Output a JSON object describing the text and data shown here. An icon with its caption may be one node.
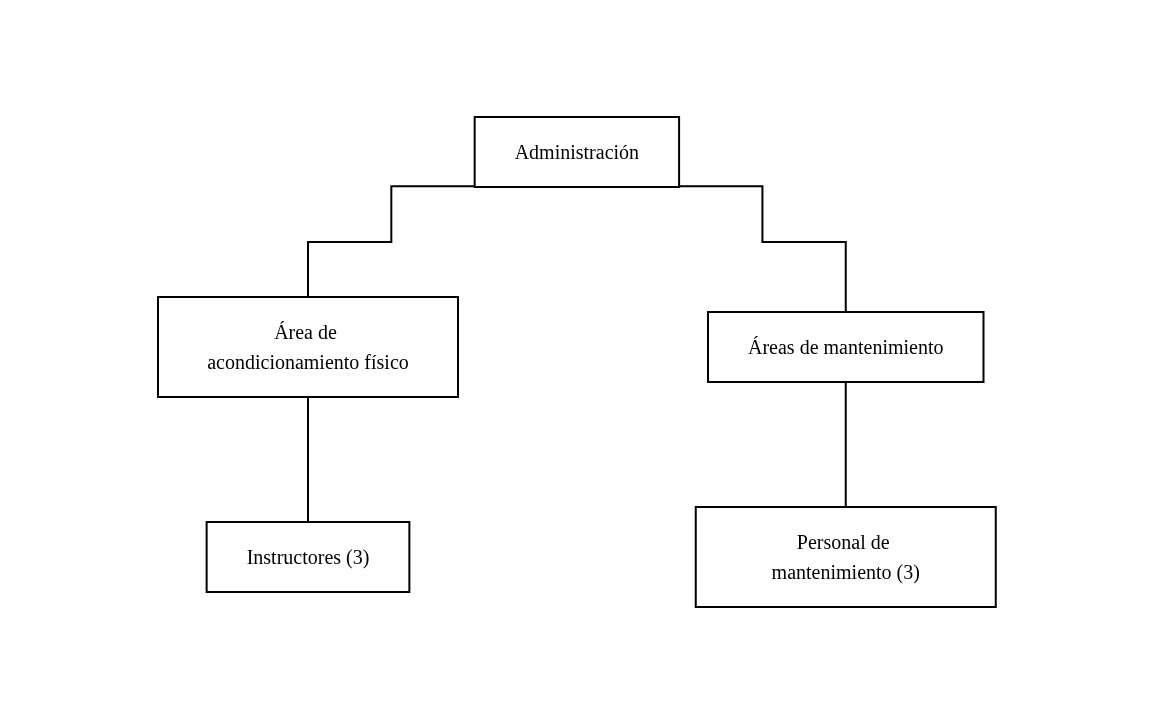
{
  "diagram": {
    "nodes": [
      {
        "text": [
          "Administración"
        ]
      },
      {
        "text": [
          "Área de acondicionamiento físico"
        ]
      },
      {
        "text": [
          "Áreas de mantenimiento"
        ]
      },
      {
        "text": [
          "Instructores (3)"
        ]
      },
      {
        "text": [
          "Personal de mantenimiento (3)"
        ]
      }
    ],
    "edges": [
      {
        "from": 0,
        "to": 1,
        "arrow": "none"
      },
      {
        "from": 0,
        "to": 2,
        "arrow": "none"
      },
      {
        "from": 1,
        "to": 3,
        "arrow": "none"
      },
      {
        "from": 2,
        "to": 4,
        "arrow": "none"
      }
    ]
  }
}
